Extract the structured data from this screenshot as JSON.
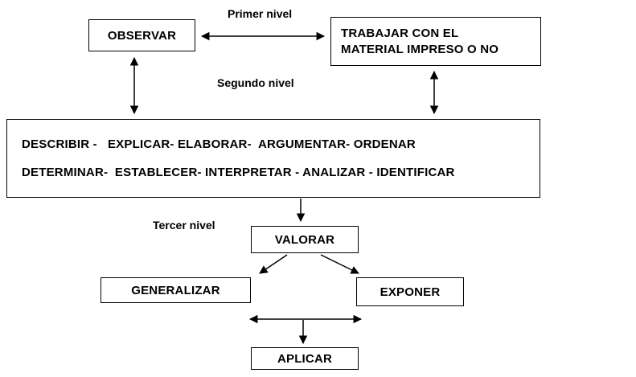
{
  "diagram": {
    "levels": {
      "primer": "Primer nivel",
      "segundo": "Segundo nivel",
      "tercer": "Tercer nivel"
    },
    "nodes": {
      "observar": "OBSERVAR",
      "trabajar": {
        "line1": "TRABAJAR CON EL",
        "line2": "MATERIAL IMPRESO O NO"
      },
      "skills": {
        "line1": "DESCRIBIR -   EXPLICAR- ELABORAR-  ARGUMENTAR- ORDENAR",
        "line2": "DETERMINAR-  ESTABLECER- INTERPRETAR - ANALIZAR - IDENTIFICAR"
      },
      "valorar": "VALORAR",
      "generalizar": "GENERALIZAR",
      "exponer": "EXPONER",
      "aplicar": "APLICAR"
    }
  }
}
